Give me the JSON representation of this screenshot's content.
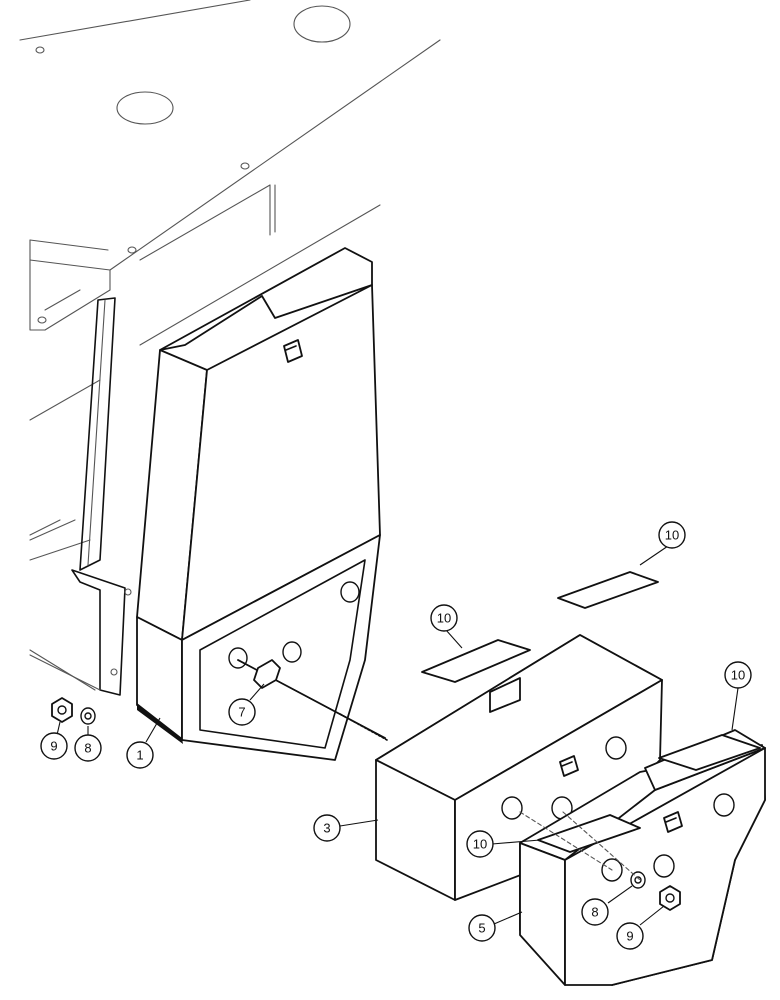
{
  "callouts": [
    {
      "id": "callout-1",
      "label": "1"
    },
    {
      "id": "callout-3",
      "label": "3"
    },
    {
      "id": "callout-5",
      "label": "5"
    },
    {
      "id": "callout-7",
      "label": "7"
    },
    {
      "id": "callout-8-left",
      "label": "8"
    },
    {
      "id": "callout-9-left",
      "label": "9"
    },
    {
      "id": "callout-8-right",
      "label": "8"
    },
    {
      "id": "callout-9-right",
      "label": "9"
    },
    {
      "id": "callout-10-top",
      "label": "10"
    },
    {
      "id": "callout-10-mid",
      "label": "10"
    },
    {
      "id": "callout-10-right",
      "label": "10"
    },
    {
      "id": "callout-10-lower",
      "label": "10"
    }
  ]
}
